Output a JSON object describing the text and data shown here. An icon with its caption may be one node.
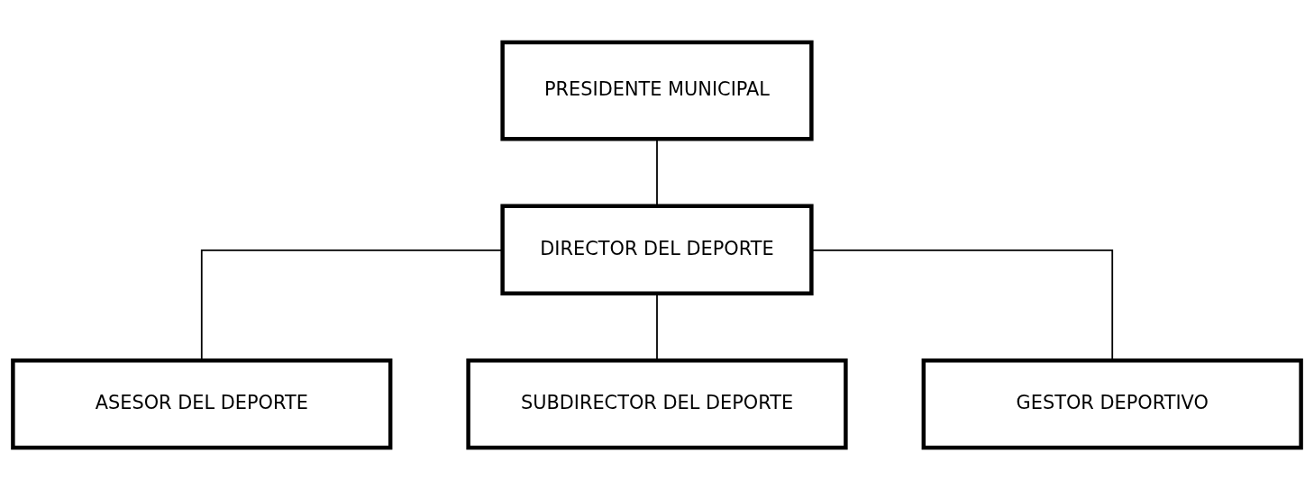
{
  "diagram": {
    "nodes": [
      {
        "text": [
          "PRESIDENTE MUNICIPAL"
        ]
      },
      {
        "text": [
          "DIRECTOR DEL DEPORTE"
        ]
      },
      {
        "text": [
          "ASESOR DEL DEPORTE"
        ]
      },
      {
        "text": [
          "SUBDIRECTOR DEL DEPORTE"
        ]
      },
      {
        "text": [
          "GESTOR DEPORTIVO"
        ]
      }
    ],
    "edges": [
      {
        "from": 0,
        "to": 1,
        "arrow": "none"
      },
      {
        "from": 1,
        "to": 2,
        "arrow": "none"
      },
      {
        "from": 1,
        "to": 3,
        "arrow": "none"
      },
      {
        "from": 1,
        "to": 4,
        "arrow": "none"
      }
    ]
  }
}
